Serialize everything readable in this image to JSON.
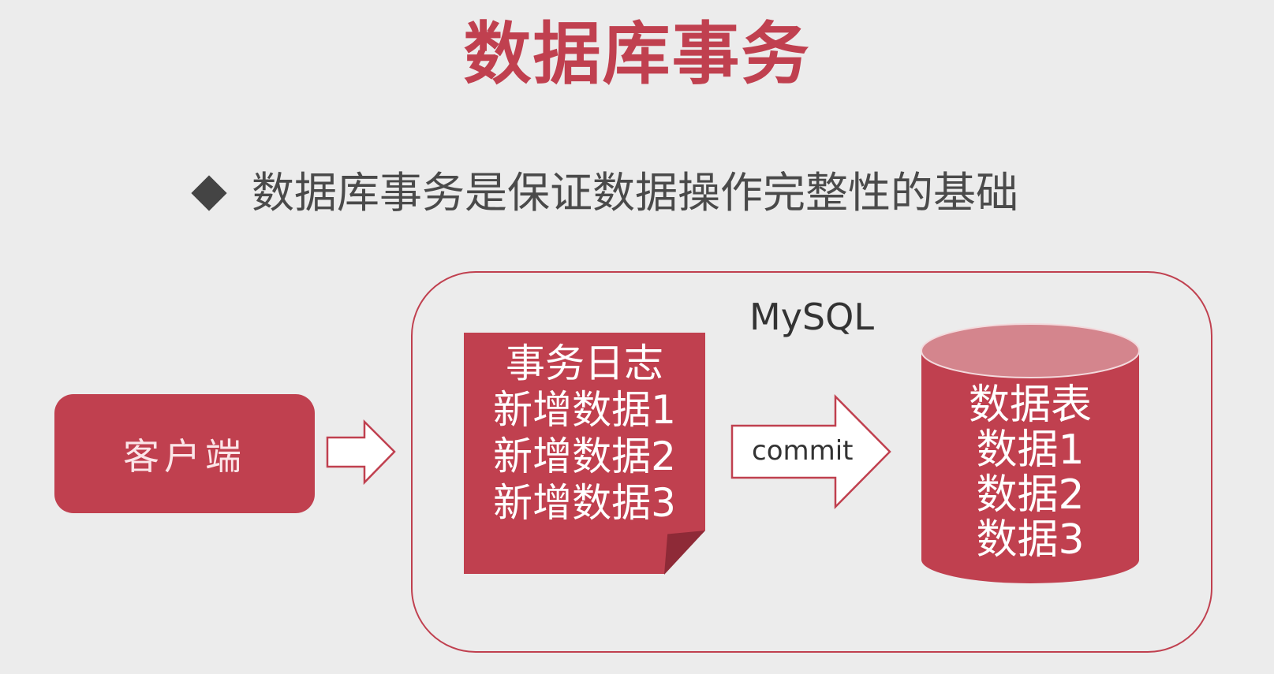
{
  "slide": {
    "title": "数据库事务",
    "bullet": "数据库事务是保证数据操作完整性的基础"
  },
  "diagram": {
    "client": "客户端",
    "mysql_label": "MySQL",
    "log_lines": [
      "事务日志",
      "新增数据1",
      "新增数据2",
      "新增数据3"
    ],
    "commit_label": "commit",
    "table_lines": [
      "数据表",
      "数据1",
      "数据2",
      "数据3"
    ]
  },
  "colors": {
    "accent": "#c0404f",
    "cylinder_top": "#d4858d",
    "background": "#ececec"
  },
  "icons": {
    "bullet": "diamond-bullet-icon",
    "client_arrow": "right-arrow-outline-icon",
    "commit_arrow": "right-arrow-outline-icon"
  }
}
